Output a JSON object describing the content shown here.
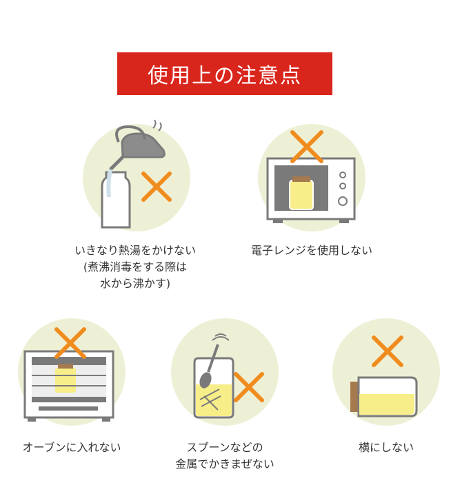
{
  "title": "使用上の注意点",
  "colors": {
    "title_bg": "#d9261c",
    "circle": "#eef0d6",
    "cross": "#f08c1e",
    "outline": "#7a7a7a",
    "jar_fill": "#f7ee8a",
    "lid": "#a57a4f"
  },
  "items": [
    {
      "icon": "kettle-pouring-into-bottle-icon",
      "lines": [
        "いきなり熱湯をかけない",
        "(煮沸消毒をする際は",
        "水から沸かす)"
      ]
    },
    {
      "icon": "microwave-icon",
      "lines": [
        "電子レンジを使用しない"
      ]
    },
    {
      "icon": "oven-icon",
      "lines": [
        "オーブンに入れない"
      ]
    },
    {
      "icon": "spoon-in-jar-icon",
      "lines": [
        "スプーンなどの",
        "金属でかきまぜない"
      ]
    },
    {
      "icon": "jar-lying-sideways-icon",
      "lines": [
        "横にしない"
      ]
    }
  ]
}
